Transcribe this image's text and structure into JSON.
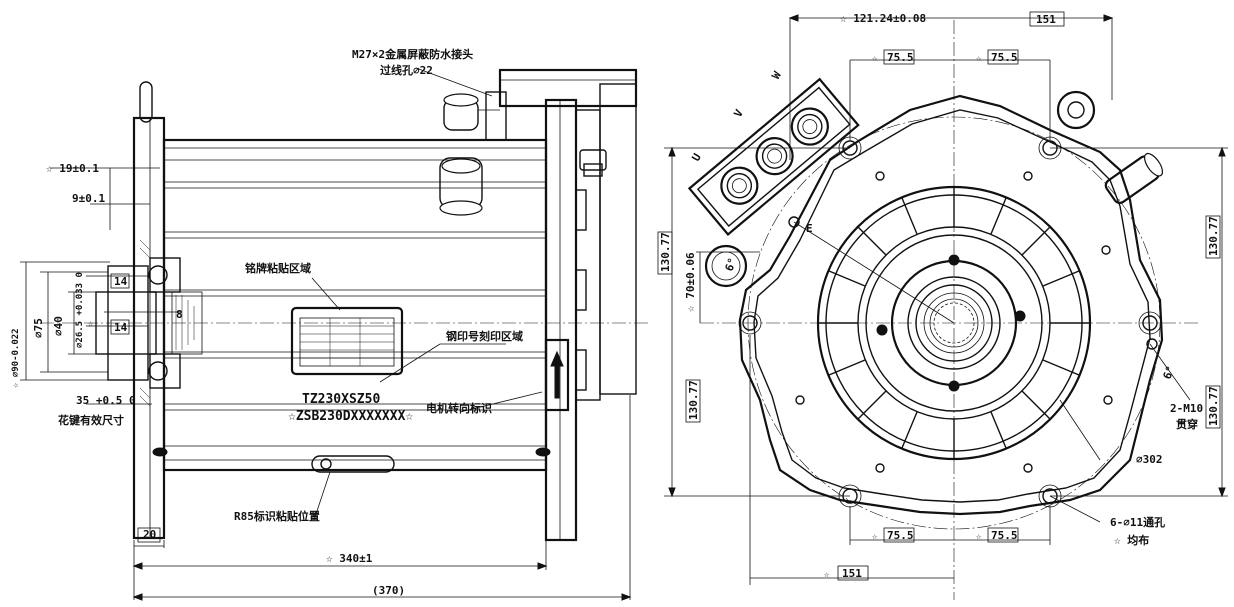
{
  "side_view": {
    "cable_gland": "M27×2金属屏蔽防水接头",
    "cable_hole": "过线孔⌀22",
    "nameplate_area": "铭牌粘贴区域",
    "model": "TZ230XSZ50",
    "serial": "☆ZSB230DXXXXXXX☆",
    "serial_area": "钢印号刻印区域",
    "rotation_mark": "电机转向标识",
    "r85_position": "R85标识粘贴位置",
    "spline_note": "花键有效尺寸",
    "dim_19": "☆ 19±0.1",
    "dim_9": "9±0.1",
    "dim_14a": "14",
    "dim_14b": "14",
    "dim_8": "8",
    "dim_phi90": "☆ ⌀90-0.022",
    "dim_phi75": "⌀75",
    "dim_phi40": "⌀40",
    "dim_phi26": "⌀26.5 +0.033 0",
    "dim_35": "35 +0.5 0",
    "dim_20": "20",
    "dim_340": "☆ 340±1",
    "dim_370": "(370)",
    "small_star": "☆"
  },
  "front_view": {
    "dim_121": "☆ 121.24±0.08",
    "dim_151_top": "151",
    "dim_75_5_tl": "75.5",
    "dim_75_5_tr": "75.5",
    "dim_75_5_bl": "75.5",
    "dim_75_5_br": "75.5",
    "dim_151_bottom": "151",
    "dim_130_77_lt": "130.77",
    "dim_130_77_lb": "130.77",
    "dim_130_77_rt": "130.77",
    "dim_130_77_rb": "130.77",
    "dim_70": "☆ 70±0.06",
    "angle_6_left": "6°",
    "angle_6_right": "6°",
    "phase_u": "U",
    "phase_v": "V",
    "phase_w": "W",
    "ground_e": "E",
    "thread_note": "2-M10",
    "thread_note2": "贯穿",
    "phi302": "⌀302",
    "holes_note": "6-⌀11通孔",
    "holes_note2": "☆ 均布",
    "star": "☆"
  }
}
